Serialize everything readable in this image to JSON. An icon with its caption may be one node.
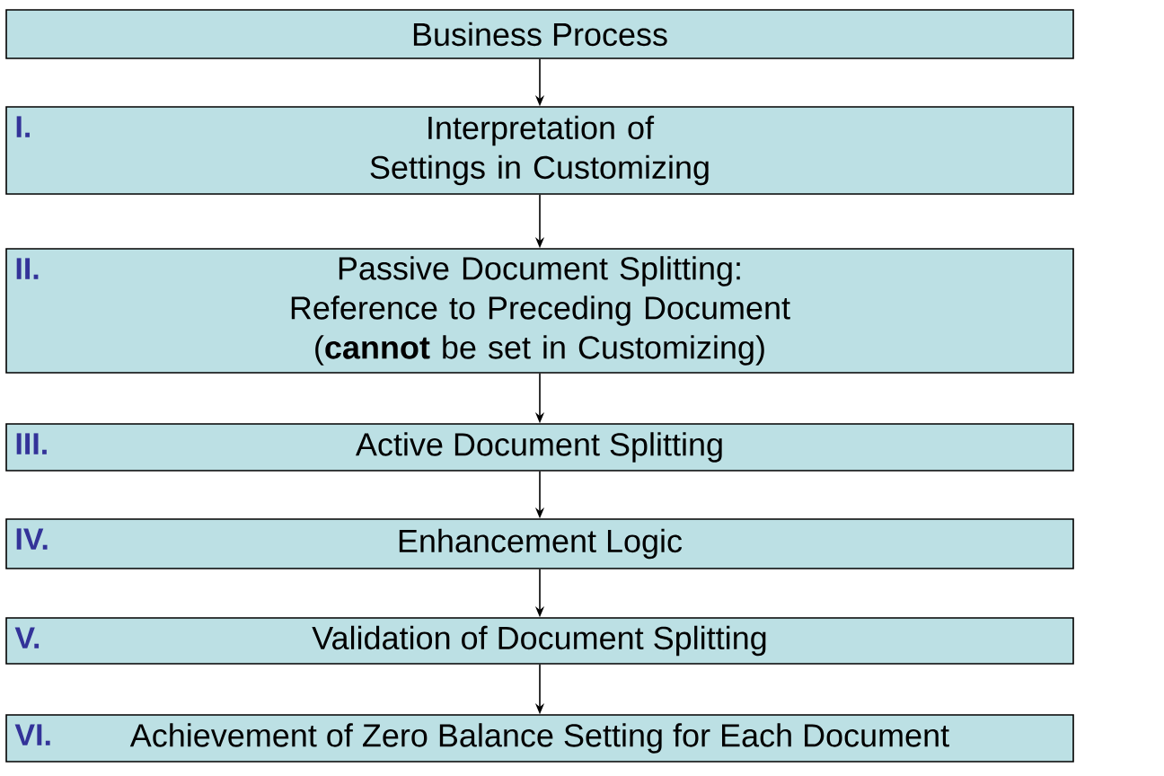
{
  "diagram": {
    "nodes": [
      {
        "text": [
          "Business Process"
        ]
      },
      {
        "text": [
          "I.",
          "Interpretation of Settings in Customizing"
        ]
      },
      {
        "text": [
          "II.",
          "Passive Document Splitting: Reference to Preceding Document (**cannot** be set in Customizing)"
        ]
      },
      {
        "text": [
          "III.",
          "Active Document Splitting"
        ]
      },
      {
        "text": [
          "IV.",
          "Enhancement Logic"
        ]
      },
      {
        "text": [
          "V.",
          "Validation of Document Splitting"
        ]
      },
      {
        "text": [
          "VI.",
          "Achievement of Zero Balance Setting for Each Document"
        ]
      }
    ],
    "edges": [
      {
        "from": 0,
        "to": 1,
        "arrow": "to"
      },
      {
        "from": 1,
        "to": 2,
        "arrow": "to"
      },
      {
        "from": 2,
        "to": 3,
        "arrow": "to"
      },
      {
        "from": 3,
        "to": 4,
        "arrow": "to"
      },
      {
        "from": 4,
        "to": 5,
        "arrow": "to"
      },
      {
        "from": 5,
        "to": 6,
        "arrow": "to"
      }
    ]
  }
}
